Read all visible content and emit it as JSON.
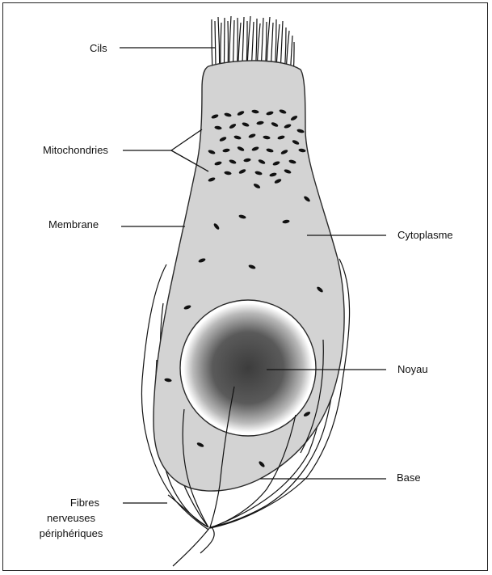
{
  "colors": {
    "frame": "#222222",
    "cell_fill": "#d3d3d3",
    "cell_stroke": "#2a2a2a",
    "nucleus_dark": "#4a4a4a",
    "nucleus_light": "#ffffff",
    "organelle": "#111111"
  },
  "labels": {
    "cils": "Cils",
    "mitochondries": "Mitochondries",
    "membrane": "Membrane",
    "cytoplasme": "Cytoplasme",
    "noyau": "Noyau",
    "base": "Base",
    "fibres_line1": "Fibres",
    "fibres_line2": "nerveuses",
    "fibres_line3": "périphériques"
  }
}
